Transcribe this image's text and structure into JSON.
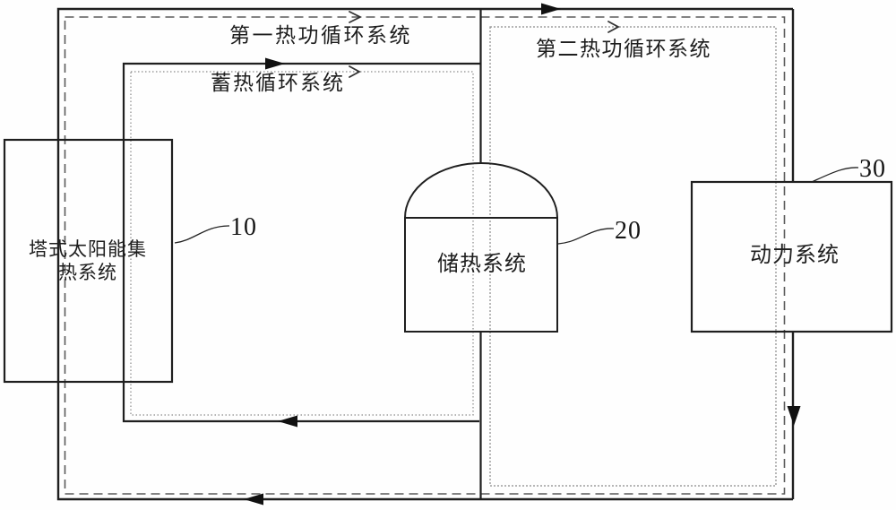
{
  "diagram": {
    "system_labels": {
      "first_cycle": "第一热功循环系统",
      "storage_cycle": "蓄热循环系统",
      "second_cycle": "第二热功循环系统"
    },
    "components": {
      "collector": {
        "label": "塔式太阳能集热系统",
        "ref": "10"
      },
      "tank": {
        "label": "储热系统",
        "ref": "20"
      },
      "power": {
        "label": "动力系统",
        "ref": "30"
      }
    },
    "icons": {
      "filled_arrows": [
        "arrow-right-top-loop",
        "arrow-right-storage-loop",
        "arrow-left-storage-loop",
        "arrow-left-bottom-loop",
        "arrow-down-right-loop"
      ],
      "open_chevrons": [
        "chevron-right-first-cycle",
        "chevron-right-storage-inner",
        "chevron-right-second-cycle"
      ]
    },
    "colors": {
      "line": "#1f1f1f",
      "dashed_line": "#5a5a5a",
      "thin_line": "#8a8a8a",
      "background": "#fefefe"
    }
  }
}
